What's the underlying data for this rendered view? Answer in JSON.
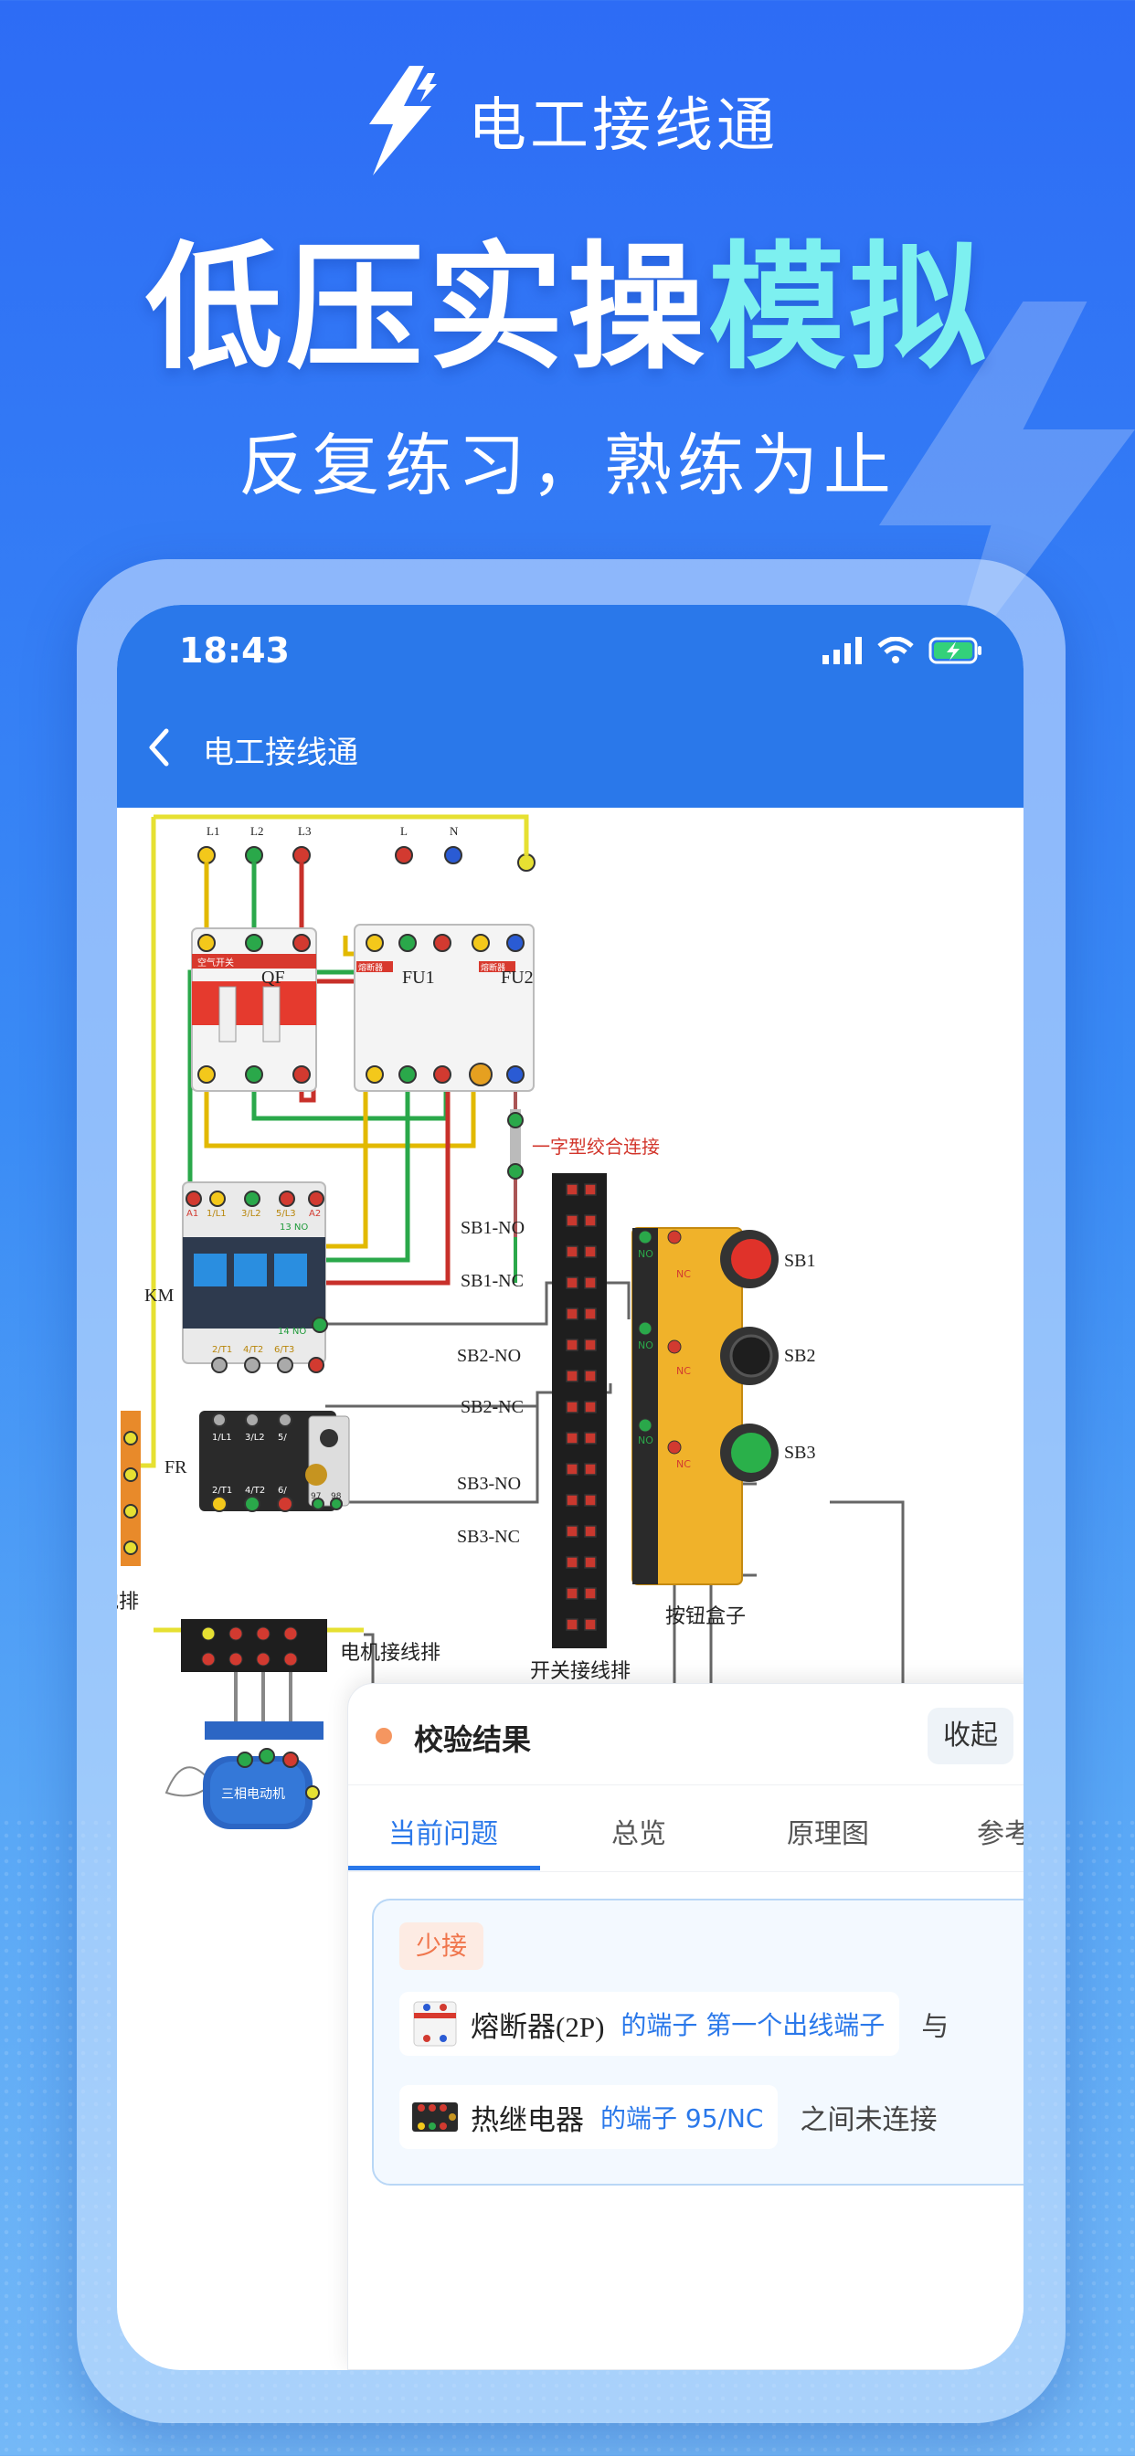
{
  "hero": {
    "brand": "电工接线通",
    "title_part1": "低压实操",
    "title_part2": "模拟",
    "subtitle": "反复练习，熟练为止"
  },
  "status_bar": {
    "time": "18:43"
  },
  "nav": {
    "title": "电工接线通"
  },
  "diagram": {
    "terminals_top": [
      "L1",
      "L2",
      "L3",
      "L",
      "N"
    ],
    "qf_label": "QF",
    "fu1_label": "FU1",
    "fu2_label": "FU2",
    "breaker_tag": "空气开关",
    "fuse_tag": "熔断器",
    "link_note": "一字型绞合连接",
    "km_label": "KM",
    "km_terms_top": [
      "A1",
      "1/L1",
      "3/L2",
      "5/L3",
      "A2"
    ],
    "km_no_top": "13 NO",
    "km_no_bottom": "14 NO",
    "km_terms_bottom": [
      "2/T1",
      "4/T2",
      "6/T3"
    ],
    "fr_label": "FR",
    "fr_terms_top": [
      "1/L1",
      "3/L2",
      "5/"
    ],
    "fr_terms_bottom": [
      "2/T1",
      "4/T2",
      "6/"
    ],
    "fr_nc": [
      "97",
      "98"
    ],
    "switch_labels": [
      "SB1-NO",
      "SB1-NC",
      "SB2-NO",
      "SB2-NC",
      "SB3-NO",
      "SB3-NC"
    ],
    "switch_strip_label": "开关接线排",
    "button_box_label": "按钮盒子",
    "buttons": [
      "SB1",
      "SB2",
      "SB3"
    ],
    "button_contacts": [
      "NO",
      "NC"
    ],
    "ground_label": "地排",
    "motor_strip_label": "电机接线排",
    "motor_label": "三相电动机"
  },
  "result_panel": {
    "title": "校验结果",
    "collapse_label": "收起",
    "tabs": [
      "当前问题",
      "总览",
      "原理图",
      "参考"
    ],
    "issue": {
      "tag": "少接",
      "row1": {
        "component": "熔断器(2P)",
        "hint": "的端子 第一个出线端子",
        "after": "与"
      },
      "row2": {
        "component": "热继电器",
        "hint": "的端子 95/NC",
        "after": "之间未连接"
      }
    }
  },
  "colors": {
    "accent_blue": "#2a78ea",
    "hero_accent": "#7df0f0",
    "warn_orange": "#f0764d"
  }
}
